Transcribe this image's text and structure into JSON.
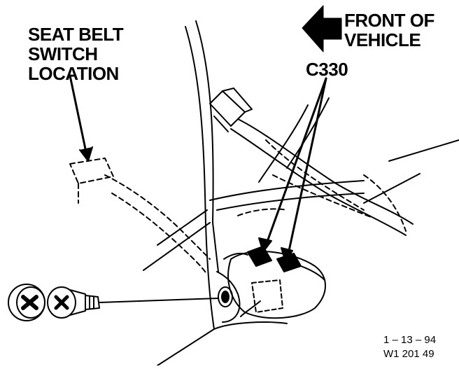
{
  "labels": {
    "seat_belt_switch_location": [
      "SEAT BELT",
      "SWITCH",
      "LOCATION"
    ],
    "front_of_vehicle": [
      "FRONT OF",
      "VEHICLE"
    ],
    "connector": "C330",
    "date": "1 – 13 – 94",
    "figure_code": "W1 201 49"
  }
}
